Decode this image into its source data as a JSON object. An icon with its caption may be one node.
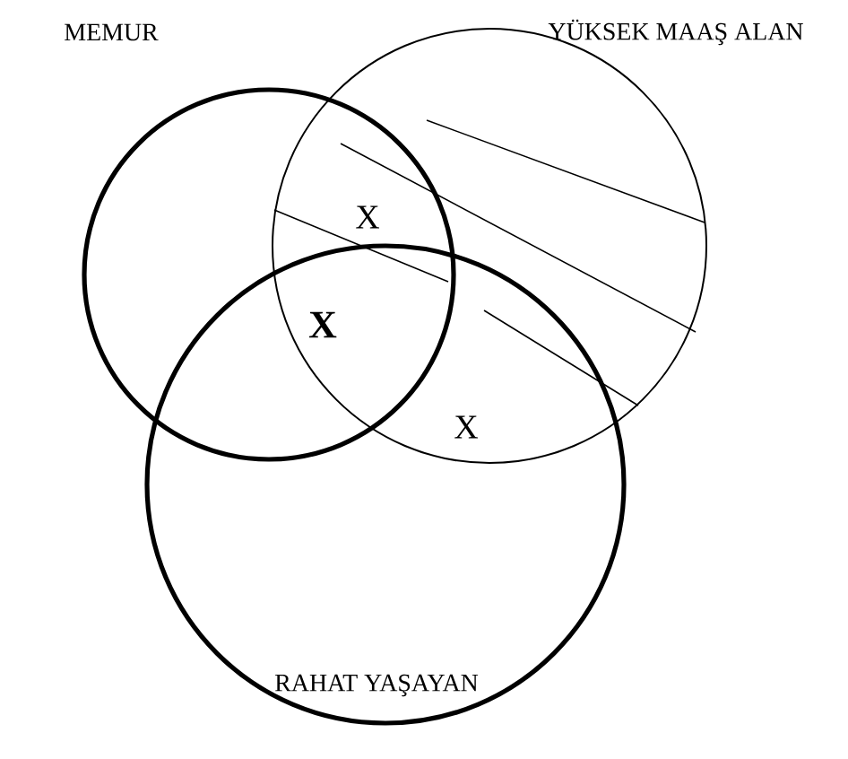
{
  "diagram": {
    "nodes": [
      {
        "text": [
          "MEMUR"
        ]
      },
      {
        "text": [
          "YÜKSEK MAAŞ ALAN"
        ]
      },
      {
        "text": [
          "RAHAT YAŞAYAN"
        ]
      }
    ],
    "labels": [
      "X",
      "X",
      "X"
    ]
  }
}
